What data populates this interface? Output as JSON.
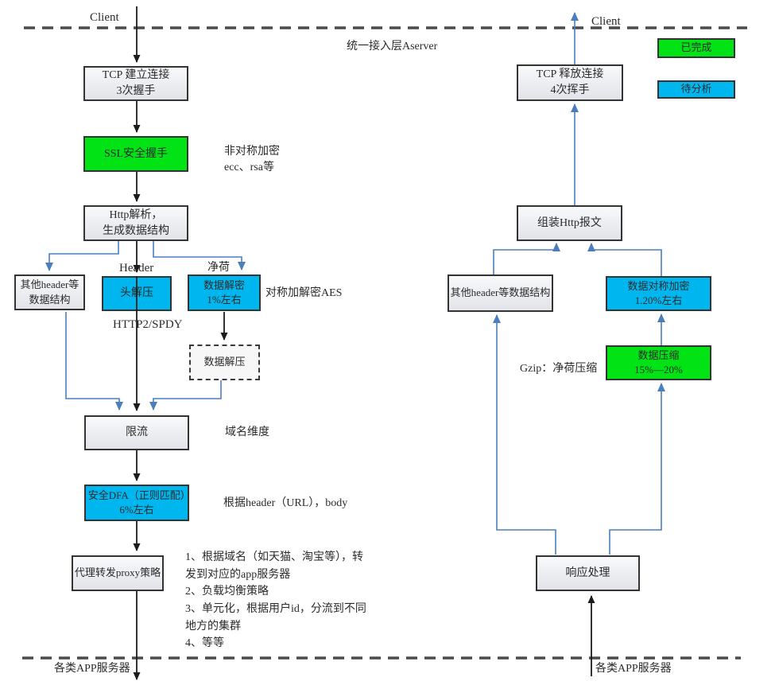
{
  "diagram": {
    "client_top_left": "Client",
    "client_top_right": "Client",
    "layer_label": "统一接入层Aserver",
    "app_servers_left": "各类APP服务器",
    "app_servers_right": "各类APP服务器"
  },
  "legend": {
    "done_label": "已完成",
    "pending_label": "待分析",
    "done_color": "#02e316",
    "pending_color": "#00b6ee"
  },
  "request_flow": {
    "tcp_connect": "TCP 建立连接\n3次握手",
    "ssl_handshake": "SSL安全握手",
    "http_parse": "Http解析，\n生成数据结构",
    "other_header": "其他header等\n数据结构",
    "header_decompress": "头解压",
    "data_decrypt": "数据解密\n1%左右",
    "data_decompress": "数据解压",
    "rate_limit": "限流",
    "security_dfa": "安全DFA（正则匹配）6%左右",
    "proxy_forward": "代理转发proxy策略"
  },
  "response_flow": {
    "tcp_release": "TCP 释放连接\n4次挥手",
    "assemble_http": "组装Http报文",
    "other_header": "其他header等数据结构",
    "data_encrypt": "数据对称加密\n1.20%左右",
    "data_compress": "数据压缩\n15%—20%",
    "response_handle": "响应处理"
  },
  "annotations": {
    "asym_encrypt": "非对称加密\necc、rsa等",
    "header_label": "Header",
    "payload_label": "净荷",
    "aes_label": "对称加解密AES",
    "http2_label": "HTTP2/SPDY",
    "domain_label": "域名维度",
    "route_label": "根据header（URL），body",
    "proxy_notes": "1、根据域名（如天猫、淘宝等），转\n发到对应的app服务器\n2、负载均衡策略\n3、单元化，根据用户id，分流到不同\n地方的集群\n4、等等",
    "gzip_label": "Gzip：净荷压缩"
  },
  "colors": {
    "flow_black": "#1c1c1c",
    "flow_blue": "#4a7ebd",
    "separator": "#4b4b4b"
  }
}
